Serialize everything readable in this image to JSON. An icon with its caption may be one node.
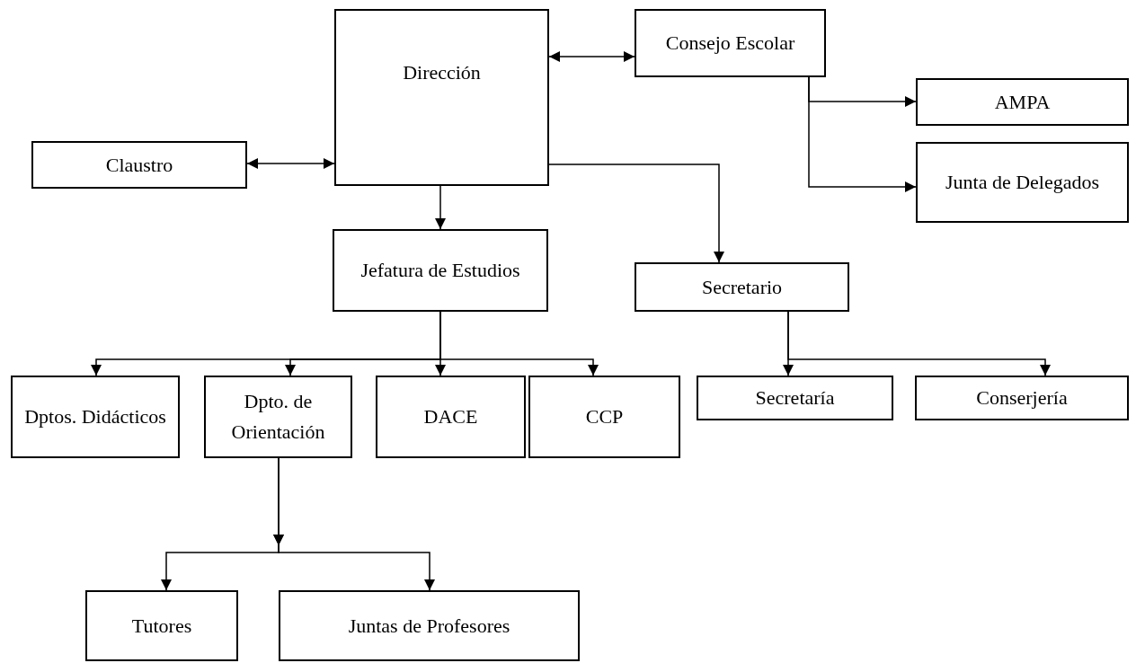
{
  "diagram": {
    "nodes": [
      {
        "text": [
          "Dirección"
        ]
      },
      {
        "text": [
          "Consejo Escolar"
        ]
      },
      {
        "text": [
          "AMPA"
        ]
      },
      {
        "text": [
          "Claustro"
        ]
      },
      {
        "text": [
          "Junta de Delegados"
        ]
      },
      {
        "text": [
          "Jefatura de Estudios"
        ]
      },
      {
        "text": [
          "Secretario"
        ]
      },
      {
        "text": [
          "Dptos. Didácticos"
        ]
      },
      {
        "text": [
          "Dpto. de Orientación"
        ]
      },
      {
        "text": [
          "DACE"
        ]
      },
      {
        "text": [
          "CCP"
        ]
      },
      {
        "text": [
          "Secretaría"
        ]
      },
      {
        "text": [
          "Conserjería"
        ]
      },
      {
        "text": [
          "Tutores"
        ]
      },
      {
        "text": [
          "Juntas de Profesores"
        ]
      }
    ],
    "edges": [
      {
        "from": 0,
        "to": 1,
        "arrow": "both"
      },
      {
        "from": 3,
        "to": 0,
        "arrow": "both"
      },
      {
        "from": 1,
        "to": 2,
        "arrow": "to"
      },
      {
        "from": 1,
        "to": 4,
        "arrow": "to"
      },
      {
        "from": 0,
        "to": 5,
        "arrow": "to"
      },
      {
        "from": 0,
        "to": 6,
        "arrow": "to"
      },
      {
        "from": 5,
        "to": 7,
        "arrow": "to"
      },
      {
        "from": 5,
        "to": 8,
        "arrow": "to"
      },
      {
        "from": 5,
        "to": 9,
        "arrow": "to"
      },
      {
        "from": 5,
        "to": 10,
        "arrow": "to"
      },
      {
        "from": 6,
        "to": 11,
        "arrow": "to"
      },
      {
        "from": 6,
        "to": 12,
        "arrow": "to"
      },
      {
        "from": 8,
        "to": 13,
        "arrow": "to"
      },
      {
        "from": 8,
        "to": 14,
        "arrow": "to"
      }
    ]
  }
}
